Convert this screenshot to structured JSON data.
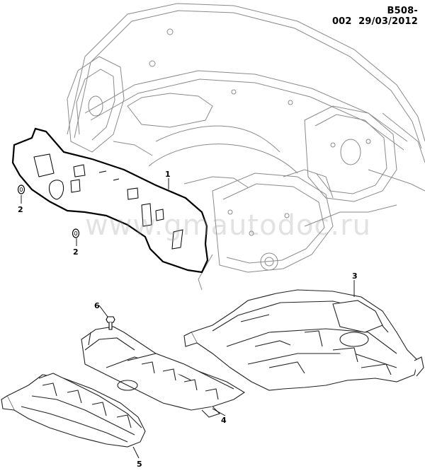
{
  "header": {
    "code": "B508-002",
    "date": "29/03/2012"
  },
  "watermark": "www.gmautodoc.ru",
  "callouts": [
    {
      "id": "1",
      "label": "1"
    },
    {
      "id": "2a",
      "label": "2"
    },
    {
      "id": "2b",
      "label": "2"
    },
    {
      "id": "3",
      "label": "3"
    },
    {
      "id": "4",
      "label": "4"
    },
    {
      "id": "5",
      "label": "5"
    },
    {
      "id": "6",
      "label": "6"
    }
  ]
}
